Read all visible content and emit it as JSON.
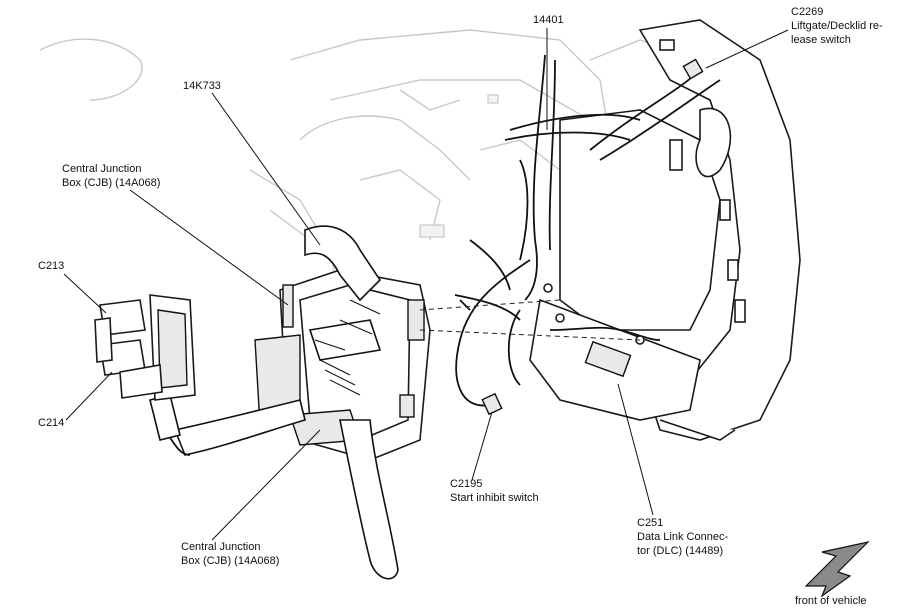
{
  "labels": {
    "p14401": [
      "14401"
    ],
    "c2269": [
      "C2269",
      "Liftgate/Decklid re-",
      "lease switch"
    ],
    "p14k733": [
      "14K733"
    ],
    "cjb_top": [
      "Central Junction",
      "Box (CJB) (14A068)"
    ],
    "c213": [
      "C213"
    ],
    "c214": [
      "C214"
    ],
    "c2195": [
      "C2195",
      "Start inhibit switch"
    ],
    "c251": [
      "C251",
      "Data Link Connec-",
      "tor (DLC) (14489)"
    ],
    "cjb_bottom": [
      "Central Junction",
      "Box (CJB) (14A068)"
    ],
    "front": [
      "front of vehicle"
    ]
  },
  "icons": {
    "front_arrow": "arrow-down-left-icon"
  },
  "colors": {
    "line": "#111111",
    "ghost": "#c8c8c8",
    "arrow_fill": "#8a8a8a"
  }
}
